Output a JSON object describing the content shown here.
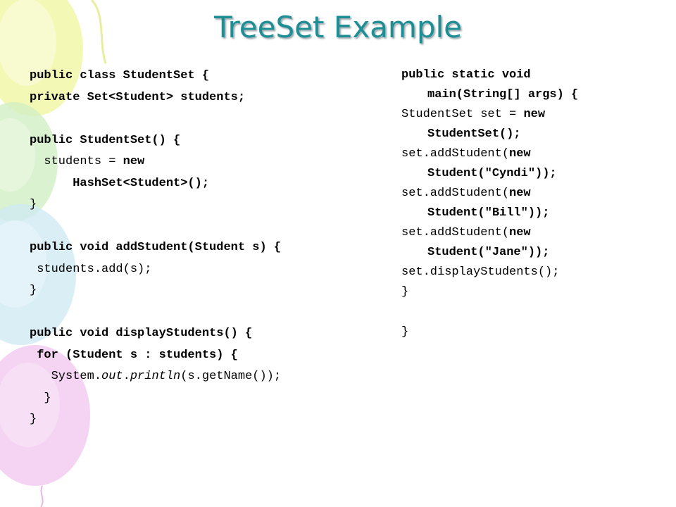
{
  "slide": {
    "title": "TreeSet Example"
  },
  "left_code": {
    "l1": "public class StudentSet {",
    "l2a": "private Set<Student>",
    "l2b": " students;",
    "l3": "public StudentSet() {",
    "l4a": "  students = ",
    "l4b": "new",
    "l5": "      HashSet<Student>();",
    "l6": "}",
    "l7": "public void addStudent(Student s) {",
    "l8": " students.add(s);",
    "l9": "}",
    "l10": "public void displayStudents() {",
    "l11": " for (Student s : students) {",
    "l12a": "   System.",
    "l12b": "out",
    "l12c": ".",
    "l12d": "println",
    "l12e": "(s.getName());",
    "l13": "  }",
    "l14": "}"
  },
  "right_code": {
    "r1a": "public static void",
    "r1b": "main(String[] args) {",
    "r2a": "StudentSet set = ",
    "r2b": "new",
    "r2c": "StudentSet();",
    "r3a": "set.addStudent(",
    "r3b": "new",
    "r3c": "Student(\"Cyndi\"));",
    "r4a": "set.addStudent(",
    "r4b": "new",
    "r4c": "Student(\"Bill\"));",
    "r5a": "set.addStudent(",
    "r5b": "new",
    "r5c": "Student(\"Jane\"));",
    "r6": "set.displayStudents();",
    "r7": "}",
    "r8": "}"
  },
  "colors": {
    "title": "#1d8e94",
    "code": "#000000",
    "balloon_yellow": "#f2f7a8",
    "balloon_green": "#d2efc4",
    "balloon_blue": "#cfeaf3",
    "balloon_pink": "#f1c9ef"
  }
}
